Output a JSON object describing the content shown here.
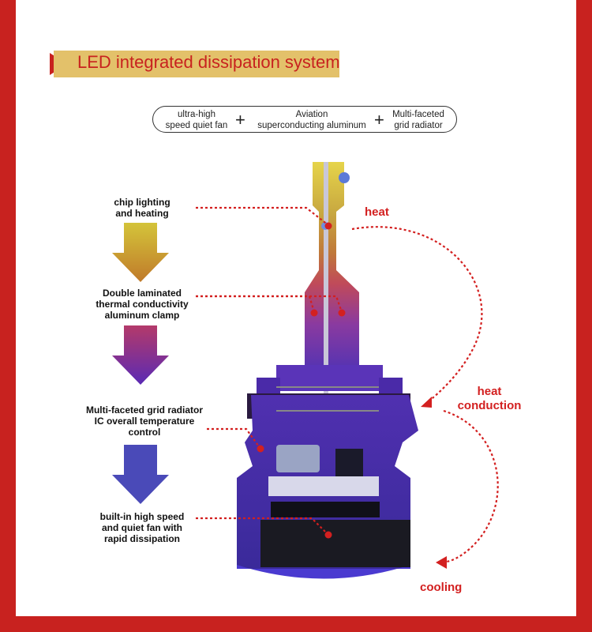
{
  "banner": {
    "title": "LED  integrated dissipation system"
  },
  "formula": {
    "fan": "ultra-high\nspeed quiet fan",
    "aluminum": "Aviation\nsuperconducting aluminum",
    "radiator": "Multi-faceted\ngrid radiator",
    "plus": "+"
  },
  "stages": [
    {
      "text": "chip lighting\nand heating"
    },
    {
      "text": "Double laminated\nthermal conductivity\naluminum clamp"
    },
    {
      "text": "Multi-faceted grid radiator\nIC overall temperature\ncontrol"
    },
    {
      "text": "built-in high speed\nand quiet fan with\nrapid dissipation"
    }
  ],
  "flow": {
    "heat": "heat",
    "heat_conduction": "heat\nconduction",
    "cooling": "cooling"
  },
  "colors": {
    "frame": "#c8221f",
    "banner_bg": "#e3c16a",
    "accent_red": "#d32020",
    "arrow1_top": "#d4c43a",
    "arrow1_bottom": "#c07a2a",
    "arrow2_top": "#b43a6a",
    "arrow2_bottom": "#5a2ab4",
    "arrow3": "#4a4ab8"
  }
}
